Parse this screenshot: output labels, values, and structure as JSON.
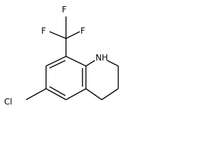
{
  "diagram": {
    "atoms": {
      "nh": "NH",
      "cl": "Cl",
      "f_left": "F",
      "f_top": "F",
      "f_right": "F"
    }
  }
}
